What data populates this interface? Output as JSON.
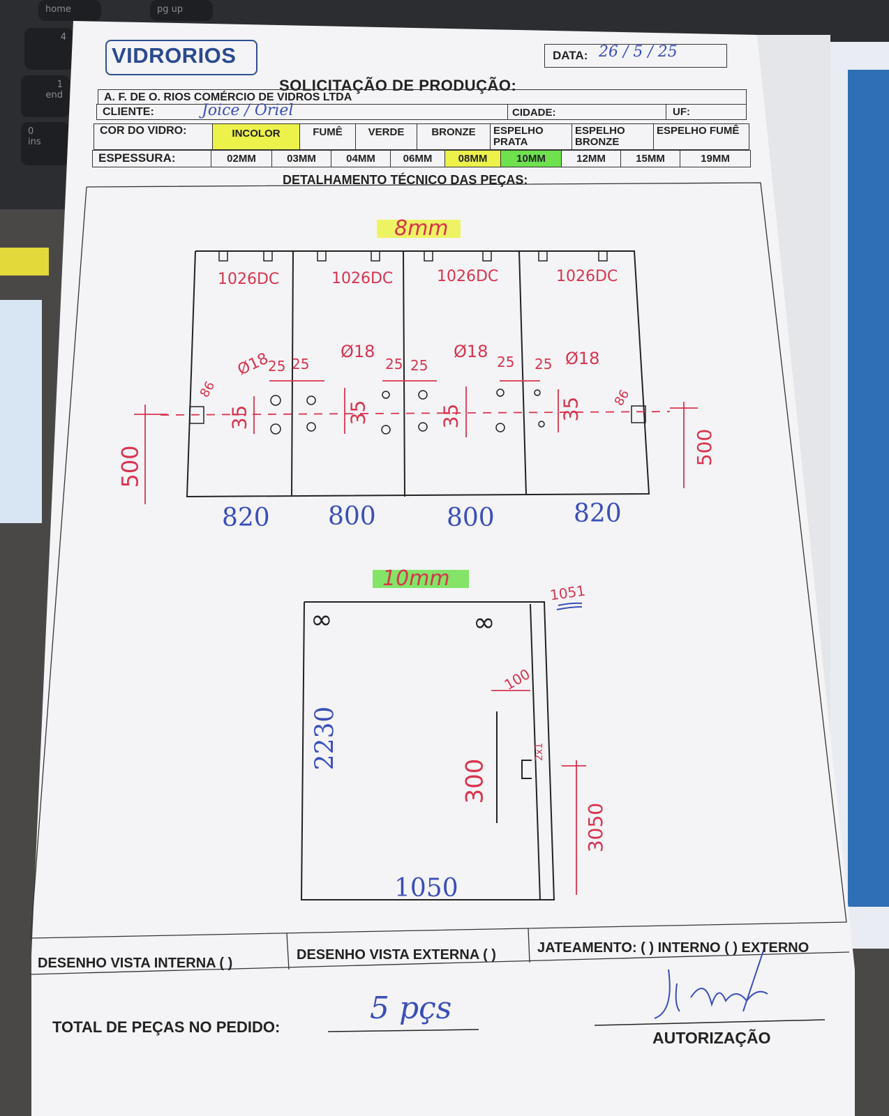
{
  "keyboard": {
    "keys": [
      {
        "label": "home"
      },
      {
        "label": "pg up"
      },
      {
        "label": "4"
      },
      {
        "label": "1"
      },
      {
        "label": "end"
      },
      {
        "label": "0"
      },
      {
        "label": "ins"
      }
    ]
  },
  "form": {
    "brand": "VIDRORIOS",
    "date_label": "DATA:",
    "date_value": "26 / 5 / 25",
    "title": "SOLICITAÇÃO DE PRODUÇÃO:",
    "company": "A. F. DE O. RIOS COMÉRCIO DE VIDROS LTDA",
    "client_label": "CLIENTE:",
    "client_value": "Joice / Oriel",
    "city_label": "CIDADE:",
    "uf_label": "UF:",
    "color_label": "COR DO VIDRO:",
    "colors": [
      {
        "label": "INCOLOR",
        "selected": true
      },
      {
        "label": "FUMÊ",
        "selected": false
      },
      {
        "label": "VERDE",
        "selected": false
      },
      {
        "label": "BRONZE",
        "selected": false
      },
      {
        "label": "ESPELHO PRATA",
        "selected": false
      },
      {
        "label": "ESPELHO BRONZE",
        "selected": false
      },
      {
        "label": "ESPELHO FUMÊ",
        "selected": false
      }
    ],
    "thickness_label": "ESPESSURA:",
    "thicknesses": [
      {
        "label": "02MM",
        "highlight": "none"
      },
      {
        "label": "03MM",
        "highlight": "none"
      },
      {
        "label": "04MM",
        "highlight": "none"
      },
      {
        "label": "06MM",
        "highlight": "none"
      },
      {
        "label": "08MM",
        "highlight": "yellow"
      },
      {
        "label": "10MM",
        "highlight": "green"
      },
      {
        "label": "12MM",
        "highlight": "none"
      },
      {
        "label": "15MM",
        "highlight": "none"
      },
      {
        "label": "19MM",
        "highlight": "none"
      }
    ],
    "section_title": "DETALHAMENTO TÉCNICO DAS PEÇAS:",
    "view_internal": "DESENHO VISTA INTERNA ( )",
    "view_external": "DESENHO VISTA EXTERNA ( )",
    "sandblast": "JATEAMENTO: ( ) INTERNO ( ) EXTERNO",
    "total_label": "TOTAL DE PEÇAS NO PEDIDO:",
    "total_value": "5 pçs",
    "auth_label": "AUTORIZAÇÃO",
    "colors_theme": {
      "brand": "#2a4a8e",
      "ink_blue": "#3a4fb8",
      "ink_red": "#d8344e",
      "highlight_yellow": "#ecf24a",
      "highlight_green": "#6fe04e"
    }
  },
  "drawing1": {
    "thickness_note": "8mm",
    "panel_code": "1026DC",
    "widths": [
      "820",
      "800",
      "800",
      "820"
    ],
    "height_left": "500",
    "height_right": "500",
    "hole_diam": "Ø18",
    "hole_spacing": "35",
    "edge_offsets": [
      "25",
      "25",
      "25",
      "25",
      "25",
      "25"
    ],
    "side_offset": "86"
  },
  "drawing2": {
    "thickness_note": "10mm",
    "ref_code": "1051",
    "height": "2230",
    "height_right": "3050",
    "width": "1050",
    "handle_len": "300",
    "handle_offset": "100",
    "lock_note": "2x1"
  }
}
